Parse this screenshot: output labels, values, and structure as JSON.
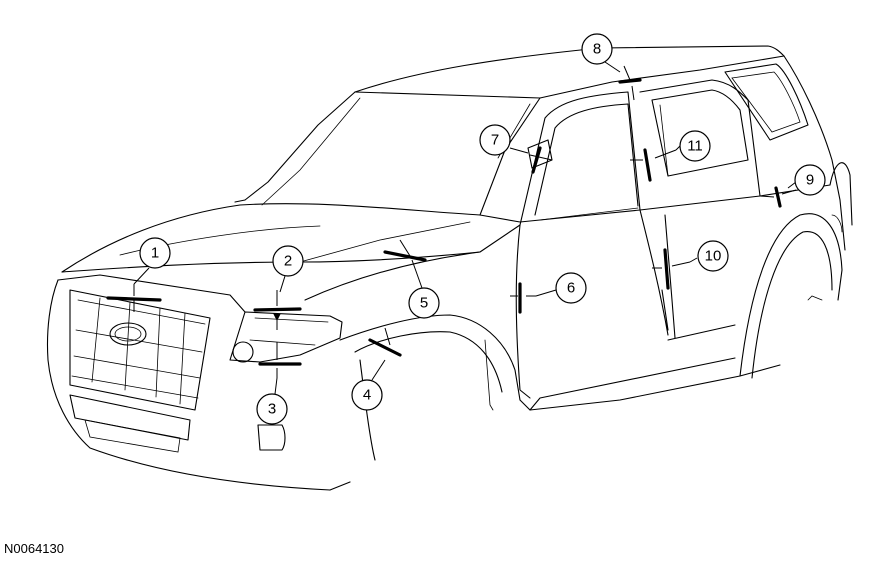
{
  "figure_id": "N0064130",
  "callouts": [
    {
      "label": "1"
    },
    {
      "label": "2"
    },
    {
      "label": "3"
    },
    {
      "label": "4"
    },
    {
      "label": "5"
    },
    {
      "label": "6"
    },
    {
      "label": "7"
    },
    {
      "label": "8"
    },
    {
      "label": "9"
    },
    {
      "label": "10"
    },
    {
      "label": "11"
    }
  ]
}
